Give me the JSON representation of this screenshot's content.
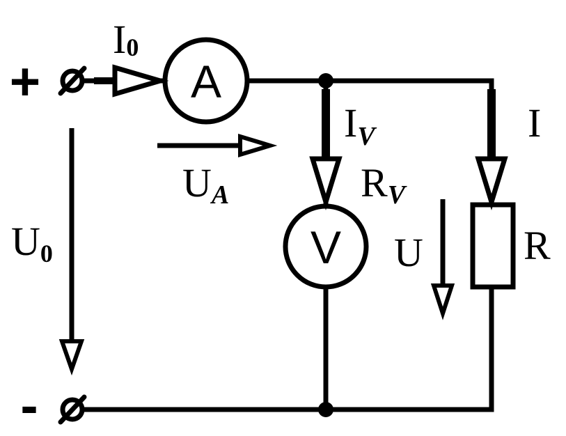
{
  "colors": {
    "ink": "#000000",
    "background": "#ffffff"
  },
  "terminals": {
    "positive_sign": "+",
    "negative_sign": "-"
  },
  "meters": {
    "ammeter_symbol": "A",
    "voltmeter_symbol": "V"
  },
  "labels": {
    "I0": {
      "main": "I",
      "sub": "0"
    },
    "UA": {
      "main": "U",
      "sub": "A"
    },
    "IV": {
      "main": "I",
      "sub": "V"
    },
    "RV": {
      "main": "R",
      "sub": "V"
    },
    "U0": {
      "main": "U",
      "sub": "0"
    },
    "I": {
      "main": "I"
    },
    "U": {
      "main": "U"
    },
    "R": {
      "main": "R"
    }
  }
}
